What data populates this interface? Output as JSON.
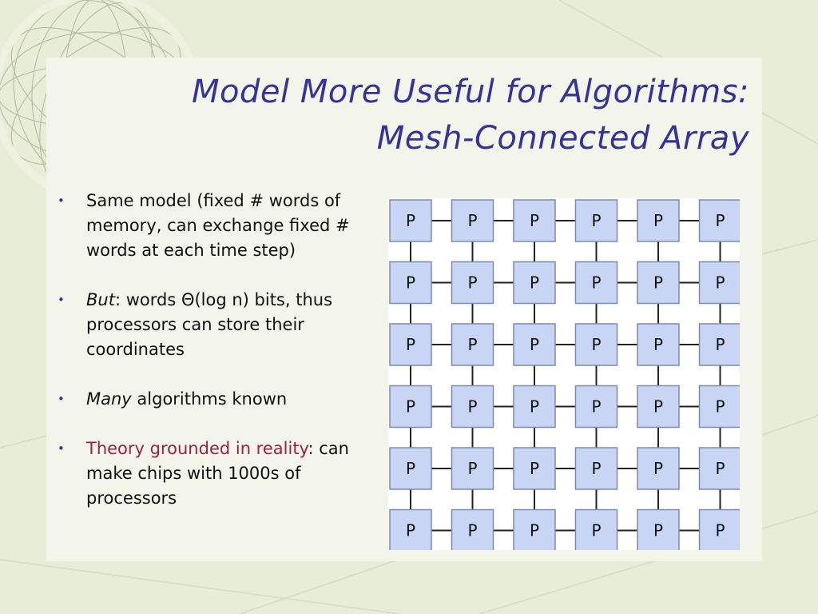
{
  "slide": {
    "title_line1": "Model More Useful for Algorithms:",
    "title_line2": "Mesh-Connected Array",
    "bullets": [
      {
        "text": "Same model (fixed # words of memory, can exchange fixed # words at each time step)"
      },
      {
        "emph": "But",
        "text": ": words Θ(log n) bits, thus processors can store their coordinates"
      },
      {
        "emph": "Many",
        "text": " algorithms known"
      },
      {
        "highlight": "Theory grounded in reality",
        "text": ": can make chips with 1000s of processors"
      }
    ],
    "bullet_glyph": "•",
    "colors": {
      "title": "#333399",
      "highlight": "#9b2043",
      "node_fill": "#c9d5f5"
    }
  },
  "mesh": {
    "rows": 6,
    "cols": 6,
    "node_label": "P"
  }
}
